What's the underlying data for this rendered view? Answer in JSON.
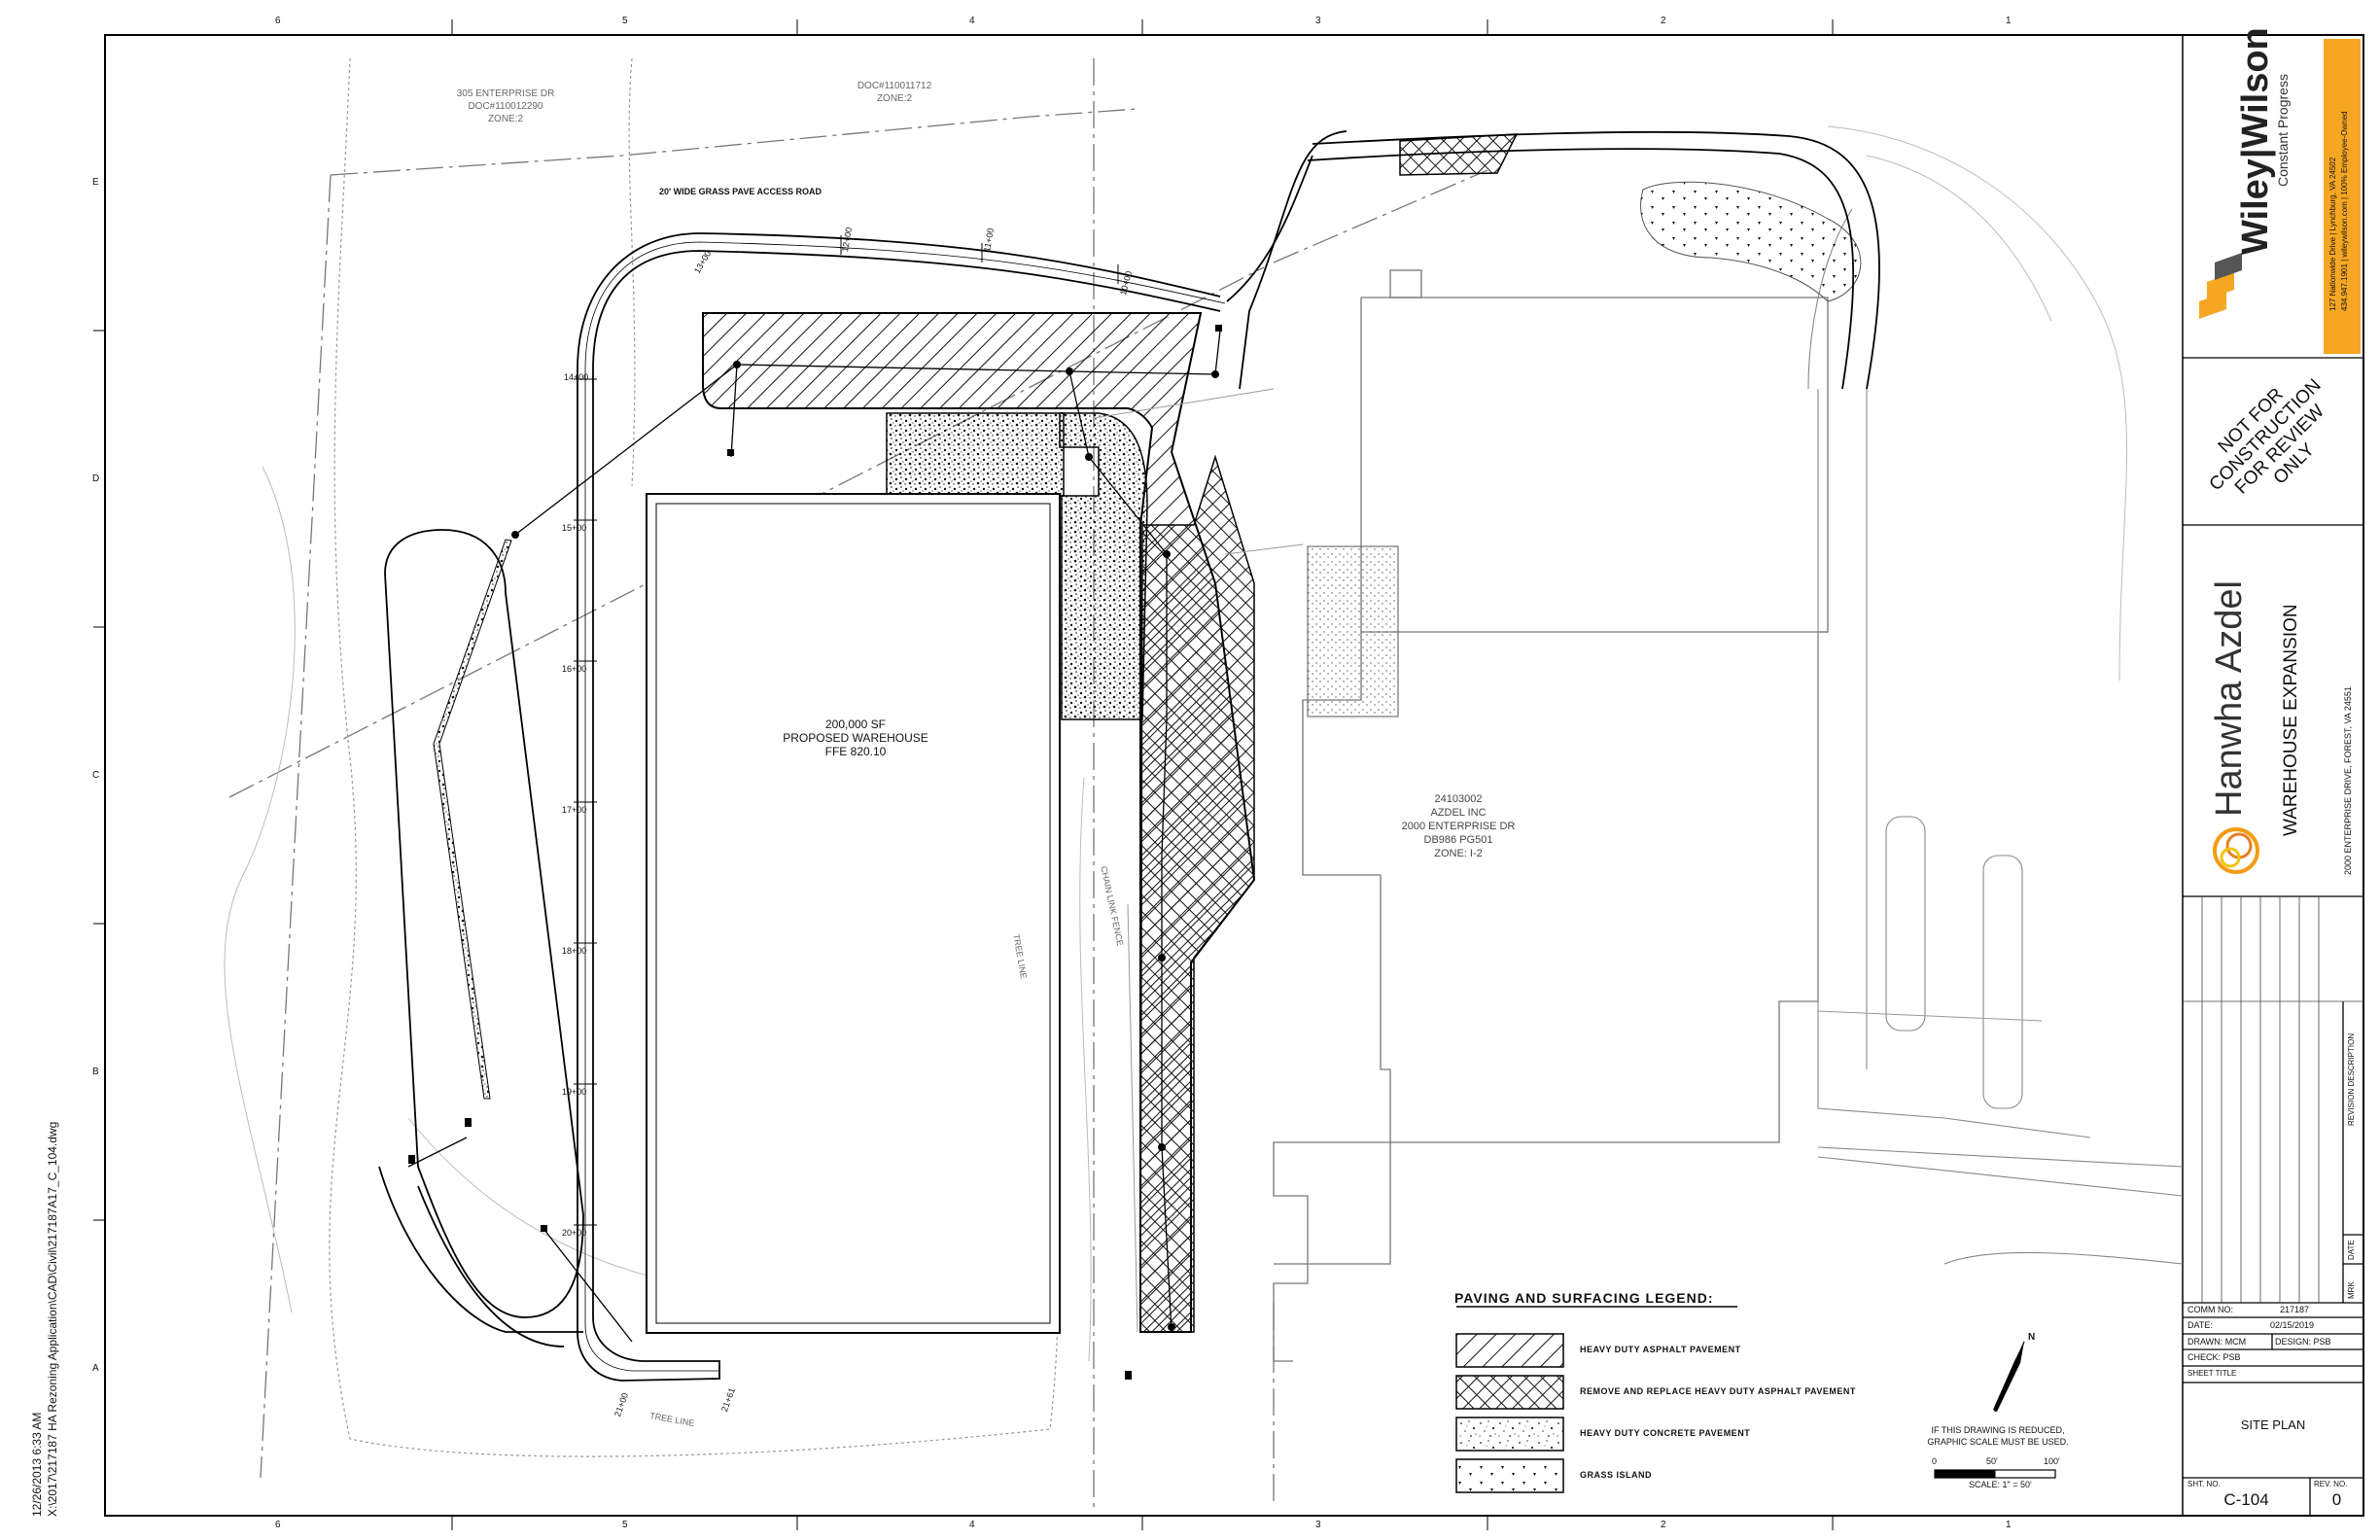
{
  "border": {
    "col_labels": [
      "6",
      "5",
      "4",
      "3",
      "2",
      "1"
    ],
    "row_labels": [
      "E",
      "D",
      "C",
      "B",
      "A"
    ]
  },
  "plot_stamp": {
    "date_line": "12/26/2013 6:33 AM",
    "path_line": "X:\\2017\\217187 HA Rezoning Application\\CAD\\Civil\\217187A17_C_104.dwg"
  },
  "plan": {
    "warehouse": {
      "line1": "200,000 SF",
      "line2": "PROPOSED WAREHOUSE",
      "line3": "FFE 820.10"
    },
    "azdel_parcel": {
      "line1": "24103002",
      "line2": "AZDEL INC",
      "line3": "2000 ENTERPRISE DR",
      "line4": "DB986 PG501",
      "line5": "ZONE: I-2"
    },
    "enterprise_parcel": {
      "line1": "305 ENTERPRISE DR",
      "line2": "DOC#110012290",
      "line3": "ZONE:2"
    },
    "north_parcel": {
      "line1": "DOC#110011712",
      "line2": "ZONE:2"
    },
    "access_road_label": "20' WIDE GRASS PAVE ACCESS ROAD",
    "stations": [
      "12+00",
      "13+00",
      "11+00",
      "10+00",
      "14+00",
      "15+00",
      "16+00",
      "17+00",
      "18+00",
      "19+00",
      "20+00",
      "21+00",
      "21+61"
    ],
    "tree_line": "TREE LINE",
    "chain_link_fence": "CHAIN LINK FENCE"
  },
  "legend": {
    "title": "PAVING AND SURFACING LEGEND:",
    "items": [
      {
        "label": "HEAVY DUTY ASPHALT PAVEMENT",
        "pattern": "hatch"
      },
      {
        "label": "REMOVE AND REPLACE HEAVY DUTY ASPHALT PAVEMENT",
        "pattern": "crosshatch"
      },
      {
        "label": "HEAVY DUTY CONCRETE PAVEMENT",
        "pattern": "concrete"
      },
      {
        "label": "GRASS ISLAND",
        "pattern": "grass"
      }
    ]
  },
  "scale": {
    "note_line1": "IF THIS DRAWING IS REDUCED,",
    "note_line2": "GRAPHIC SCALE MUST BE USED.",
    "ticks": [
      "0",
      "50'",
      "100'"
    ],
    "scale_text": "SCALE: 1\" = 50'",
    "north": "N"
  },
  "title_block": {
    "brand": "Wiley|Wilson",
    "tagline": "Constant Progress",
    "address1": "127 Nationwide Drive | Lynchburg, VA 24502",
    "address2": "434.947.1901 | wileywilson.com | 100% Employee-Owned",
    "accent_color": "#f5a623",
    "stamp": [
      "NOT FOR",
      "CONSTRUCTION",
      "FOR REVIEW",
      "ONLY"
    ],
    "client": "Hanwha Azdel",
    "project": "WAREHOUSE EXPANSION",
    "project_address": "2000 ENTERPRISE DRIVE, FOREST, VA 24551",
    "revision_header": "REVISION DESCRIPTION",
    "mark_header": "MRK",
    "date_header": "DATE",
    "comm_label": "COMM NO:",
    "comm_value": "217187",
    "date_label": "DATE:",
    "date_value": "02/15/2019",
    "drawn_label": "DRAWN:",
    "drawn_value": "MCM",
    "design_label": "DESIGN:",
    "design_value": "PSB",
    "check_label": "CHECK:",
    "check_value": "PSB",
    "sheet_title_label": "SHEET TITLE",
    "sheet_title": "SITE PLAN",
    "sht_no_label": "SHT. NO.",
    "sht_no": "C-104",
    "rev_no_label": "REV. NO.",
    "rev_no": "0"
  }
}
